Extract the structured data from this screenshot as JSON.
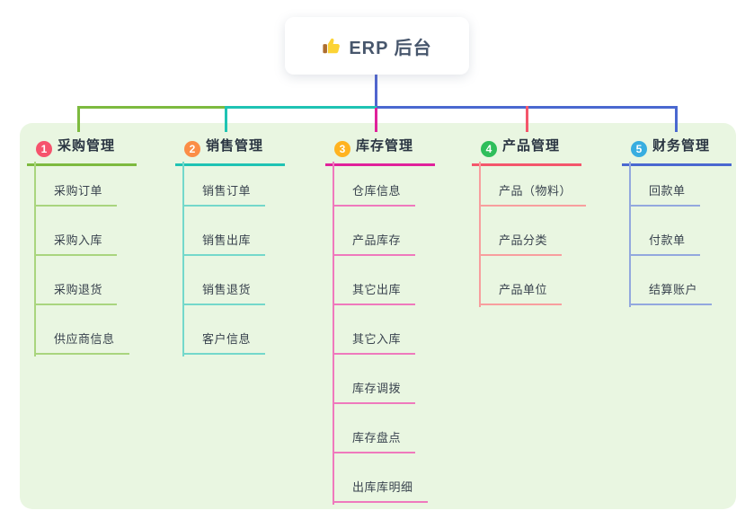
{
  "root": {
    "icon": "thumbs-up",
    "title": "ERP 后台"
  },
  "branches": [
    {
      "num": "1",
      "label": "采购管理",
      "badge_color": "#f6536d",
      "line_color": "#7dba3f",
      "child_line_color": "#a9d57e",
      "children": [
        "采购订单",
        "采购入库",
        "采购退货",
        "供应商信息"
      ]
    },
    {
      "num": "2",
      "label": "销售管理",
      "badge_color": "#fb8d46",
      "line_color": "#1fc3b3",
      "child_line_color": "#74d8cb",
      "children": [
        "销售订单",
        "销售出库",
        "销售退货",
        "客户信息"
      ]
    },
    {
      "num": "3",
      "label": "库存管理",
      "badge_color": "#ffb320",
      "line_color": "#e0219b",
      "child_line_color": "#ef79bd",
      "children": [
        "仓库信息",
        "产品库存",
        "其它出库",
        "其它入库",
        "库存调拨",
        "库存盘点",
        "出库库明细"
      ]
    },
    {
      "num": "4",
      "label": "产品管理",
      "badge_color": "#2fbe5b",
      "line_color": "#f4566b",
      "child_line_color": "#f89e9e",
      "children": [
        "产品（物料）",
        "产品分类",
        "产品单位"
      ]
    },
    {
      "num": "5",
      "label": "财务管理",
      "badge_color": "#38ade0",
      "line_color": "#4a68d0",
      "child_line_color": "#93a8de",
      "children": [
        "回款单",
        "付款单",
        "结算账户"
      ]
    }
  ],
  "connectors": {
    "trunk_color": "#5065cf",
    "segment_colors": [
      "#7dba3f",
      "#1fc3b3",
      "#4a68d0"
    ],
    "drop_colors": [
      "#7dba3f",
      "#1fc3b3",
      "#e0219b",
      "#f4566b",
      "#4a68d0"
    ]
  },
  "colors": {
    "canvas_bg": "#ffffff",
    "panel_bg": "#e9f6e1",
    "header_text": "#2a3542",
    "child_text": "#39434e"
  }
}
